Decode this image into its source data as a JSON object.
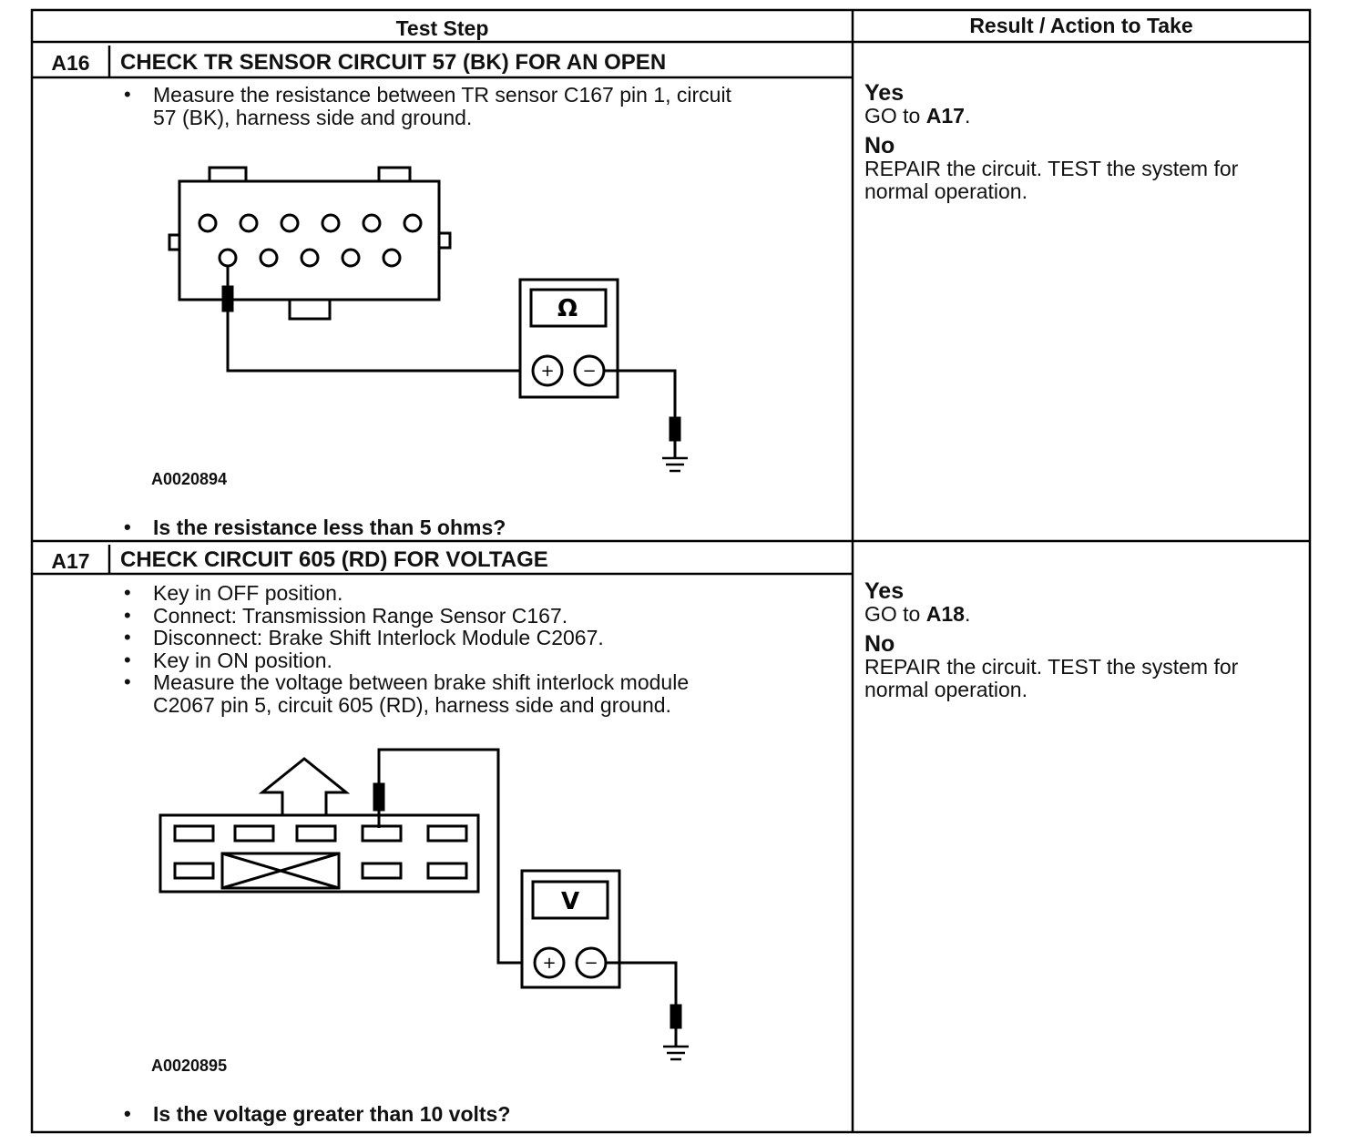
{
  "table": {
    "header_test_step": "Test Step",
    "header_result": "Result / Action to Take"
  },
  "steps": [
    {
      "id": "A16",
      "title": "CHECK TR SENSOR CIRCUIT 57 (BK) FOR AN OPEN",
      "bullets": [
        "Measure the resistance between TR sensor C167 pin 1, circuit",
        "57 (BK), harness side and ground."
      ],
      "figure_id": "A0020894",
      "meter_symbol": "Ω",
      "question": "Is the resistance less than 5 ohms?",
      "yes_label": "Yes",
      "yes_action_prefix": "GO to ",
      "yes_action_target": "A17",
      "yes_action_suffix": ".",
      "no_label": "No",
      "no_action_line1": "REPAIR the circuit. TEST the system for",
      "no_action_line2": "normal operation."
    },
    {
      "id": "A17",
      "title": "CHECK CIRCUIT 605 (RD) FOR VOLTAGE",
      "bullets": [
        "Key in OFF position.",
        "Connect: Transmission Range Sensor C167.",
        "Disconnect: Brake Shift Interlock Module C2067.",
        "Key in ON position.",
        "Measure the voltage between brake shift interlock module",
        "C2067 pin 5, circuit 605 (RD), harness side and ground."
      ],
      "figure_id": "A0020895",
      "meter_symbol": "V",
      "question": "Is the voltage greater than 10 volts?",
      "yes_label": "Yes",
      "yes_action_prefix": "GO to ",
      "yes_action_target": "A18",
      "yes_action_suffix": ".",
      "no_label": "No",
      "no_action_line1": "REPAIR the circuit. TEST the system for",
      "no_action_line2": "normal operation."
    }
  ],
  "meter_icons": {
    "plus": "+",
    "minus": "−"
  }
}
